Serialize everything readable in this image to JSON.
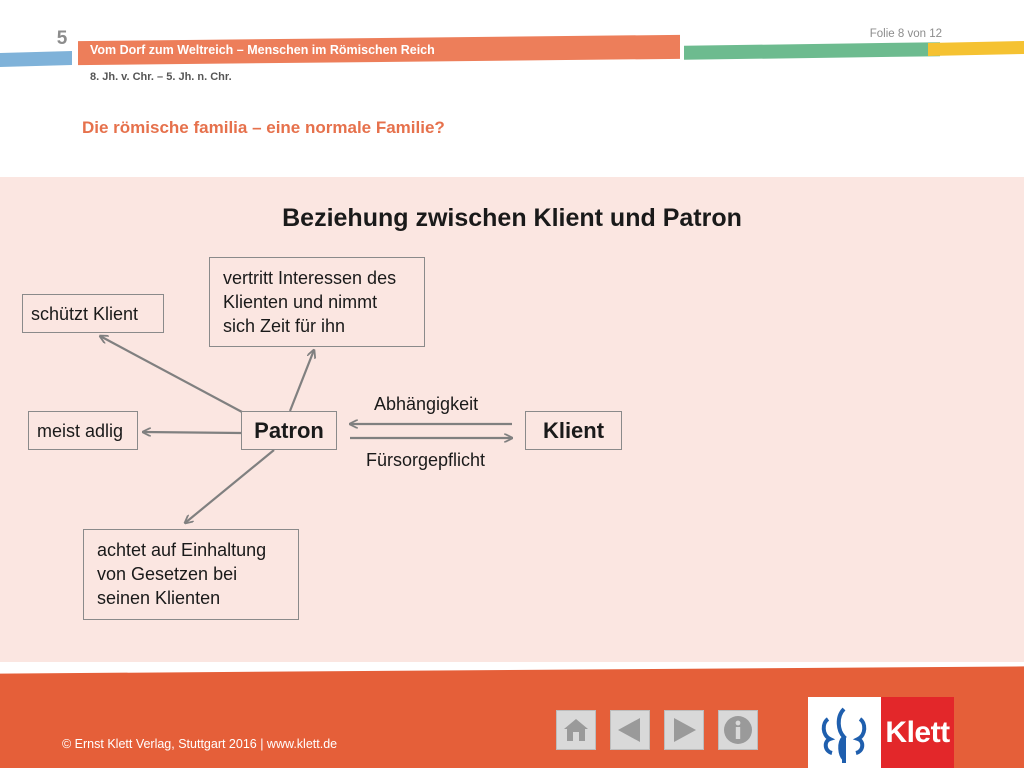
{
  "header": {
    "chapter_number": "5",
    "title": "Vom Dorf zum Weltreich – Menschen im Römischen Reich",
    "era": "8. Jh. v. Chr. – 5. Jh. n. Chr.",
    "slide_counter": "Folie 8 von 12",
    "subtitle": "Die römische familia – eine normale Familie?"
  },
  "diagram": {
    "title": "Beziehung zwischen Klient und Patron",
    "center": "Patron",
    "partner": "Klient",
    "attributes": [
      "schützt Klient",
      "vertritt Interessen des\nKlienten und nimmt\nsich Zeit für ihn",
      "meist adlig",
      "achtet auf Einhaltung\nvon Gesetzen bei\nseinen Klienten"
    ],
    "relation_to_patron": "Abhängigkeit",
    "relation_to_klient": "Fürsorgepflicht"
  },
  "footer": {
    "copyright": "© Ernst Klett Verlag, Stuttgart 2016 | www.klett.de",
    "nav_buttons": [
      "home-icon",
      "back-arrow-icon",
      "forward-arrow-icon",
      "info-icon"
    ],
    "logo_text": "Klett"
  },
  "colors": {
    "accent_orange": "#e55f39",
    "header_orange": "#ed7e5a",
    "panel_background": "#fbe6e1",
    "logo_red": "#e3272a"
  }
}
